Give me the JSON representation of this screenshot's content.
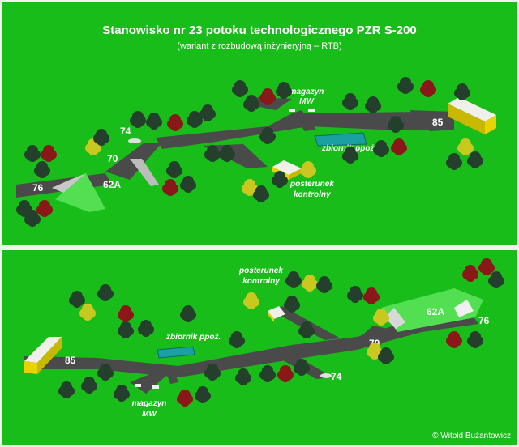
{
  "title": "Stanowisko nr 23 potoku technologicznego PZR S-200",
  "subtitle": "(wariant z rozbudową inżynieryjną – RTB)",
  "copyright": "© Witold Bużantowicz",
  "colors": {
    "grass": "#19bd19",
    "grass_dark": "#139e13",
    "road": "#4a4a4a",
    "embankment": "#52e052",
    "building_roof": "#f0f0ea",
    "building_side": "#e8d200",
    "tree_dark": "#24402c",
    "tree_red": "#8a1818",
    "tree_yellow": "#c9c820",
    "water": "#1aa0a0",
    "text": "#ffffff"
  },
  "top_view": {
    "labels": {
      "n74": "74",
      "n70": "70",
      "n62a": "62A",
      "n76": "76",
      "n85": "85",
      "magazyn1": "magazyn",
      "magazyn2": "MW",
      "zbiornik": "zbiornik ppoż.",
      "posterunek1": "posterunek",
      "posterunek2": "kontrolny"
    }
  },
  "bottom_view": {
    "labels": {
      "posterunek1": "posterunek",
      "posterunek2": "kontrolny",
      "zbiornik": "zbiornik ppoż.",
      "n85": "85",
      "n62a": "62A",
      "n76": "76",
      "n70": "70",
      "n74": "74",
      "magazyn1": "magazyn",
      "magazyn2": "MW"
    }
  }
}
